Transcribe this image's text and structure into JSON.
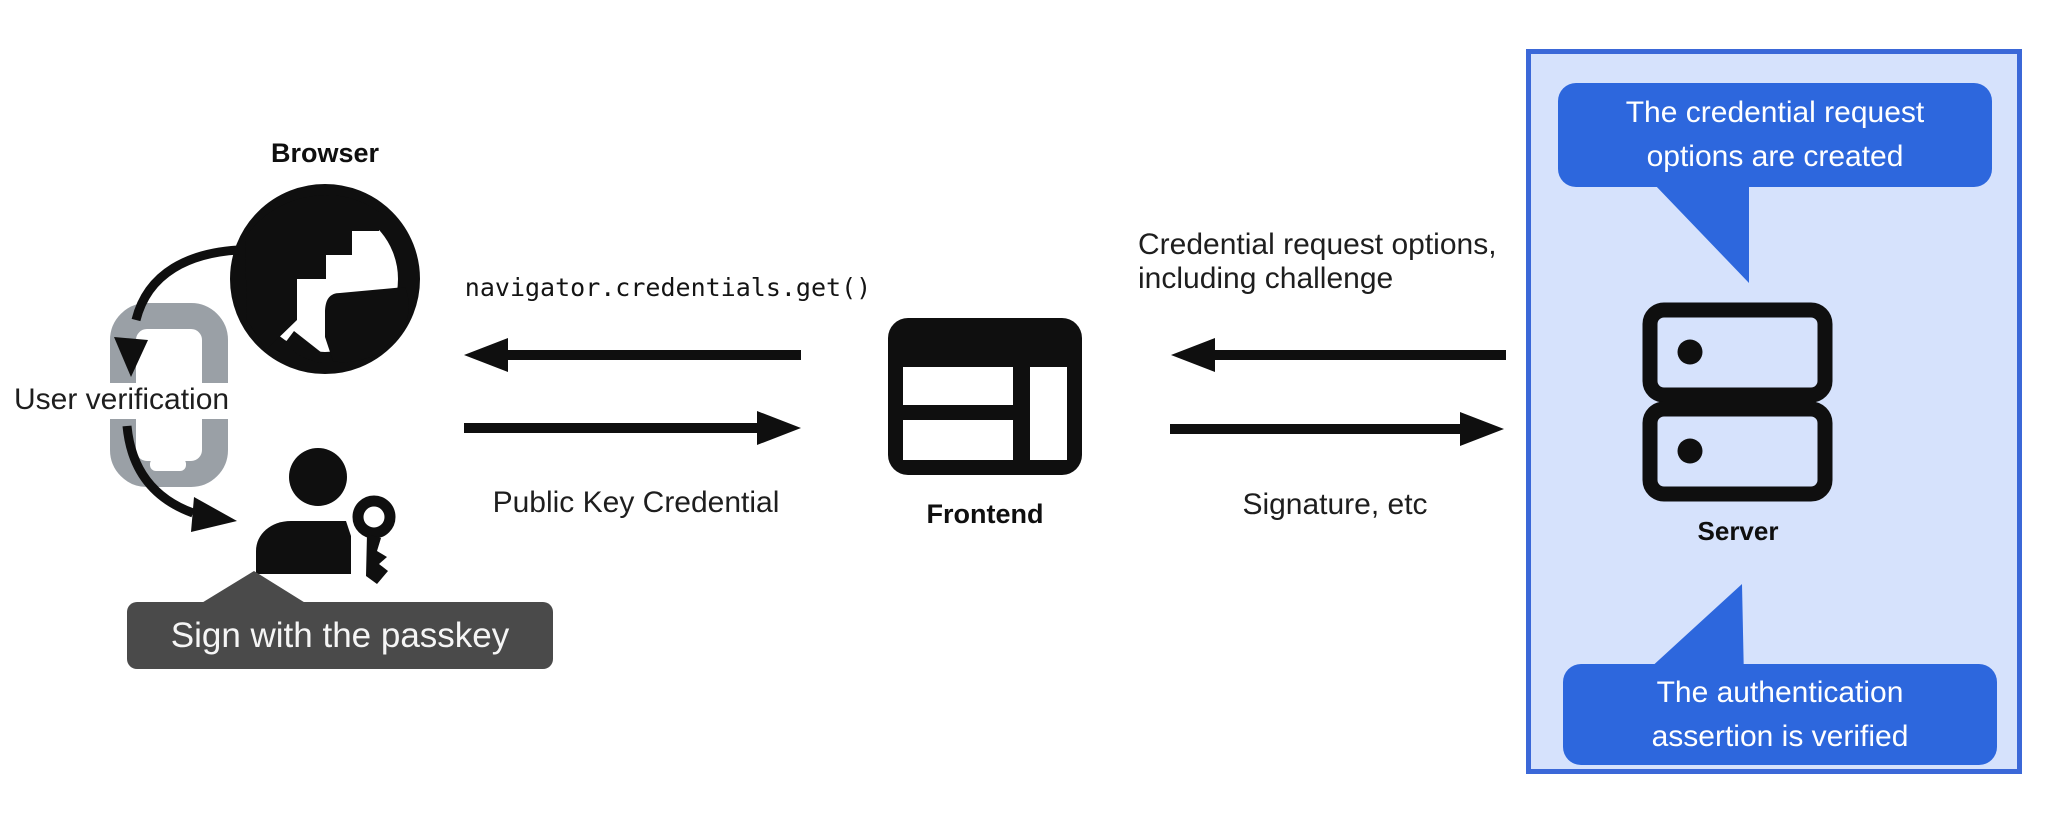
{
  "diagram": {
    "authenticator": {
      "browser_label": "Browser",
      "user_verification_label": "User verification",
      "sign_tooltip_label": "Sign with the passkey",
      "icons": {
        "browser": "globe-icon",
        "device": "smartphone-icon",
        "user": "person-with-passkey-icon",
        "handoff": "curved-arrow-icon"
      }
    },
    "frontend": {
      "label": "Frontend",
      "icon": "browser-window-icon"
    },
    "flows": {
      "frontend_to_browser": {
        "call": "navigator.credentials.get()"
      },
      "browser_to_frontend": {
        "response": "Public Key Credential"
      },
      "server_to_frontend": {
        "line1": "Credential request options,",
        "line2": "including challenge"
      },
      "frontend_to_server": {
        "response": "Signature, etc"
      }
    },
    "server_panel": {
      "server_label": "Server",
      "icon": "server-rack-icon",
      "bubble_top": {
        "line1": "The credential request",
        "line2": "options are created"
      },
      "bubble_bottom": {
        "line1": "The authentication",
        "line2": "assertion is verified"
      }
    },
    "colors": {
      "ink": "#0f0f0f",
      "bubble_blue": "#2d67dd",
      "panel_fill": "#d6e2fc",
      "panel_border": "#3b68d8",
      "tooltip_gray": "#4a4a4a",
      "phone_gray": "#9aa0a6",
      "label_ink": "#1e1e1e"
    }
  }
}
